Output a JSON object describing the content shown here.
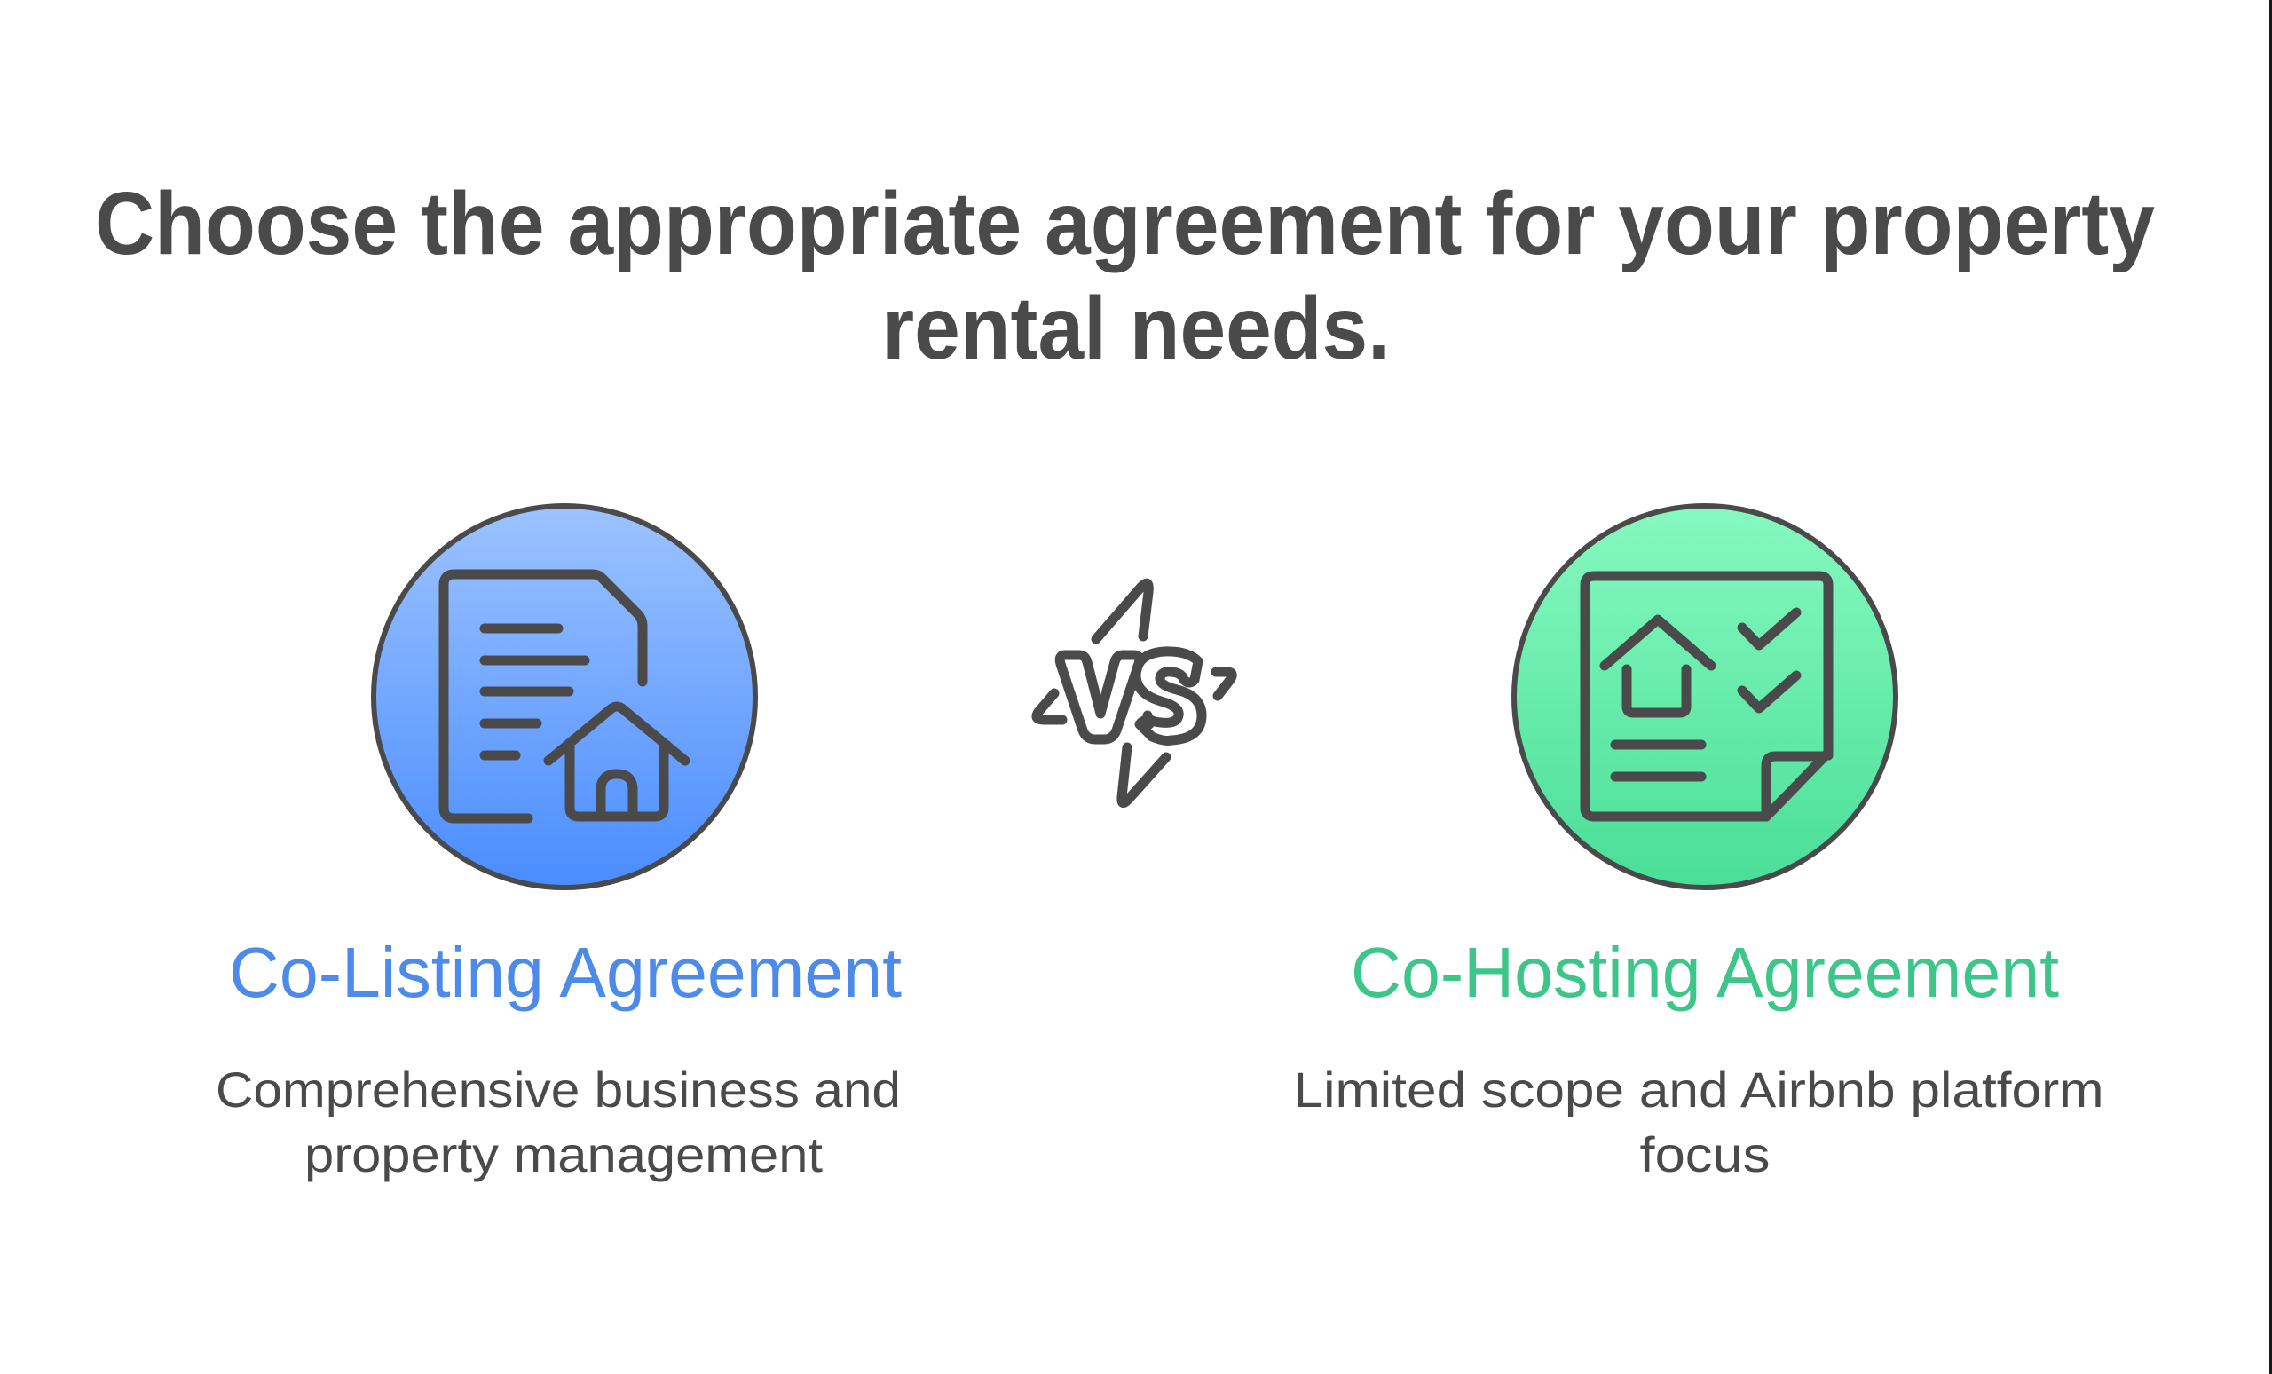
{
  "header": {
    "title_lines": [
      "Choose the appropriate agreement for your property",
      "rental needs."
    ]
  },
  "comparison": {
    "separator": {
      "icon": "vs-icon",
      "label": "VS"
    },
    "options": [
      {
        "id": "co-listing",
        "icon": "document-with-house-icon",
        "title": "Co-Listing Agreement",
        "description_lines": [
          "Comprehensive business and",
          "property management"
        ],
        "accent_color": "#4d8bea",
        "gradient": {
          "top": "#9cc3ff",
          "bottom": "#4a8cff"
        }
      },
      {
        "id": "co-hosting",
        "icon": "checklist-with-house-icon",
        "title": "Co-Hosting Agreement",
        "description_lines": [
          "Limited scope and Airbnb platform",
          "focus"
        ],
        "accent_color": "#3cc68a",
        "gradient": {
          "top": "#86f9c0",
          "bottom": "#4ade98"
        }
      }
    ]
  },
  "colors": {
    "text": "#4a4a4a",
    "icon_stroke": "#4a4a4a",
    "background": "#ffffff"
  }
}
